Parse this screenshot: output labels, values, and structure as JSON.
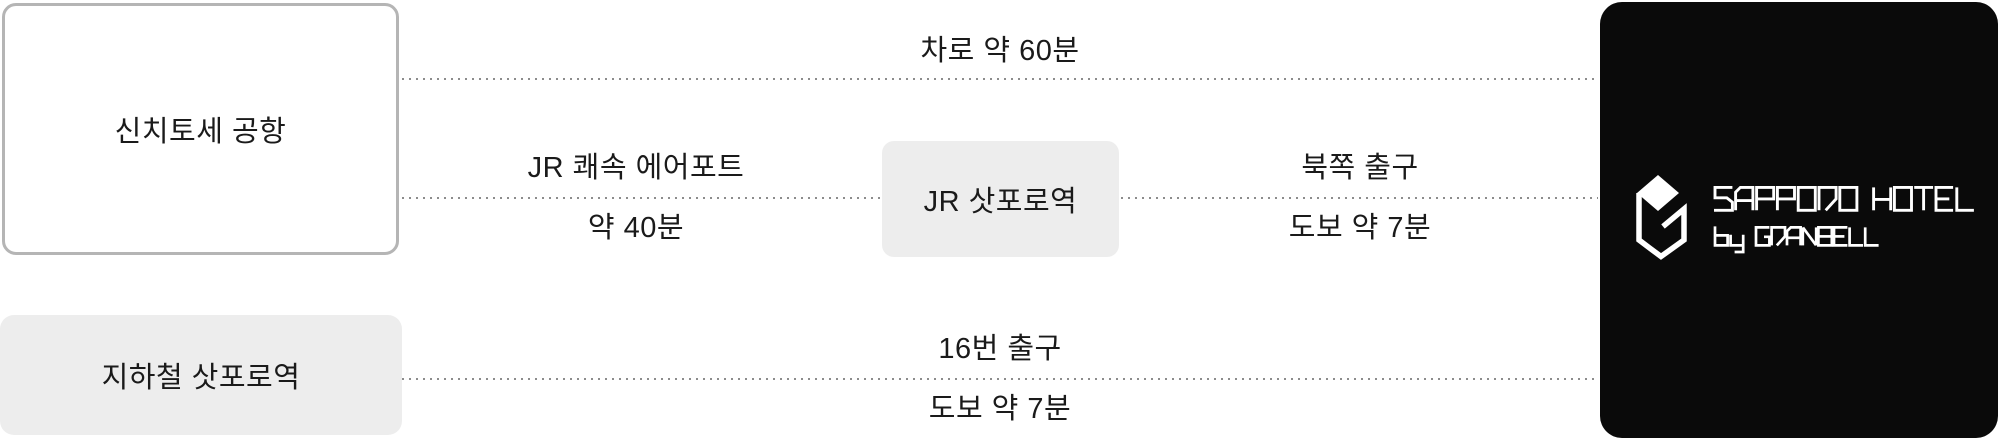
{
  "diagram": {
    "nodes": {
      "airport": {
        "label": "신치토세 공항"
      },
      "jr_station": {
        "label": "JR 삿포로역"
      },
      "subway_station": {
        "label": "지하철 삿포로역"
      }
    },
    "routes": {
      "car": {
        "above": "차로 약 60분"
      },
      "jr_leg1": {
        "above": "JR 쾌속 에어포트",
        "below": "약 40분"
      },
      "jr_leg2": {
        "above": "북쪽 출구",
        "below": "도보 약 7분"
      },
      "subway": {
        "above": "16번 출구",
        "below": "도보 약 7분"
      }
    }
  },
  "hotel": {
    "wordmark_line1": "SAPPORO HOTEL",
    "wordmark_line2": "by GRANBELL",
    "logo_icon": "granbell-cube-g-icon"
  },
  "colors": {
    "node_border": "#b5b5b5",
    "node_fill": "#ededed",
    "dotted_line": "#8c8c8c",
    "text": "#1a1a1a",
    "hotel_card_bg": "#0a0a0a",
    "hotel_logo": "#ffffff"
  }
}
